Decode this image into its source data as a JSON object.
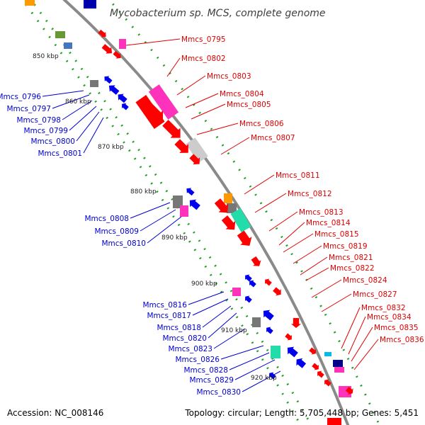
{
  "title": "Mycobacterium sp. MCS, complete genome",
  "accession": "Accession: NC_008146",
  "summary": "Topology: circular; Length: 5,705,448 bp; Genes: 5,451",
  "scale_labels": [
    "850 kbp",
    "860 kbp",
    "870 kbp",
    "880 kbp",
    "890 kbp",
    "900 kbp",
    "910 kbp",
    "920 kbp"
  ],
  "forward_genes": [
    "Mmcs_0795",
    "Mmcs_0802",
    "Mmcs_0803",
    "Mmcs_0804",
    "Mmcs_0805",
    "Mmcs_0806",
    "Mmcs_0807",
    "Mmcs_0811",
    "Mmcs_0812",
    "Mmcs_0813",
    "Mmcs_0814",
    "Mmcs_0815",
    "Mmcs_0819",
    "Mmcs_0821",
    "Mmcs_0822",
    "Mmcs_0824",
    "Mmcs_0827",
    "Mmcs_0832",
    "Mmcs_0834",
    "Mmcs_0835",
    "Mmcs_0836"
  ],
  "reverse_genes": [
    "Mmcs_0796",
    "Mmcs_0797",
    "Mmcs_0798",
    "Mmcs_0799",
    "Mmcs_0800",
    "Mmcs_0801",
    "Mmcs_0808",
    "Mmcs_0809",
    "Mmcs_0810",
    "Mmcs_0816",
    "Mmcs_0817",
    "Mmcs_0818",
    "Mmcs_0820",
    "Mmcs_0823",
    "Mmcs_0826",
    "Mmcs_0828",
    "Mmcs_0829",
    "Mmcs_0830"
  ],
  "colors": {
    "forward": "#ff0000",
    "reverse": "#0000ee",
    "backbone": "#8a8a8a",
    "tick_dots": "#22a022",
    "magenta": "#ff33bb",
    "grey_block": "#777777",
    "light_grey": "#cccccc",
    "teal": "#22ddaa",
    "orange": "#ff9900"
  }
}
